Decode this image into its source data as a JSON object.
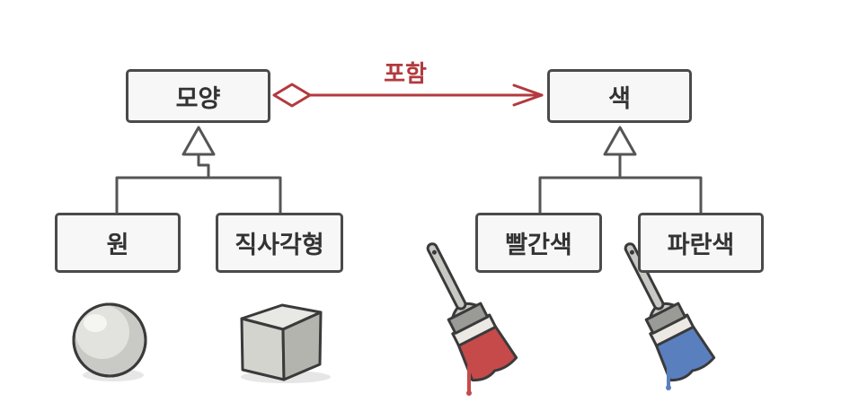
{
  "diagram": {
    "classes": {
      "shape": "모양",
      "color": "색",
      "circle": "원",
      "rectangle": "직사각형",
      "red": "빨간색",
      "blue": "파란색"
    },
    "relations": {
      "aggregation_label": "포함"
    },
    "colors": {
      "box_border": "#4a4a4a",
      "box_fill": "#f7f7f7",
      "aggregation": "#b23a3e",
      "paint_red": "#c64a4a",
      "paint_blue": "#5a7fbf"
    },
    "illustrations": [
      "sphere-icon",
      "cube-icon",
      "red-paintbrush-icon",
      "blue-paintbrush-icon"
    ]
  }
}
